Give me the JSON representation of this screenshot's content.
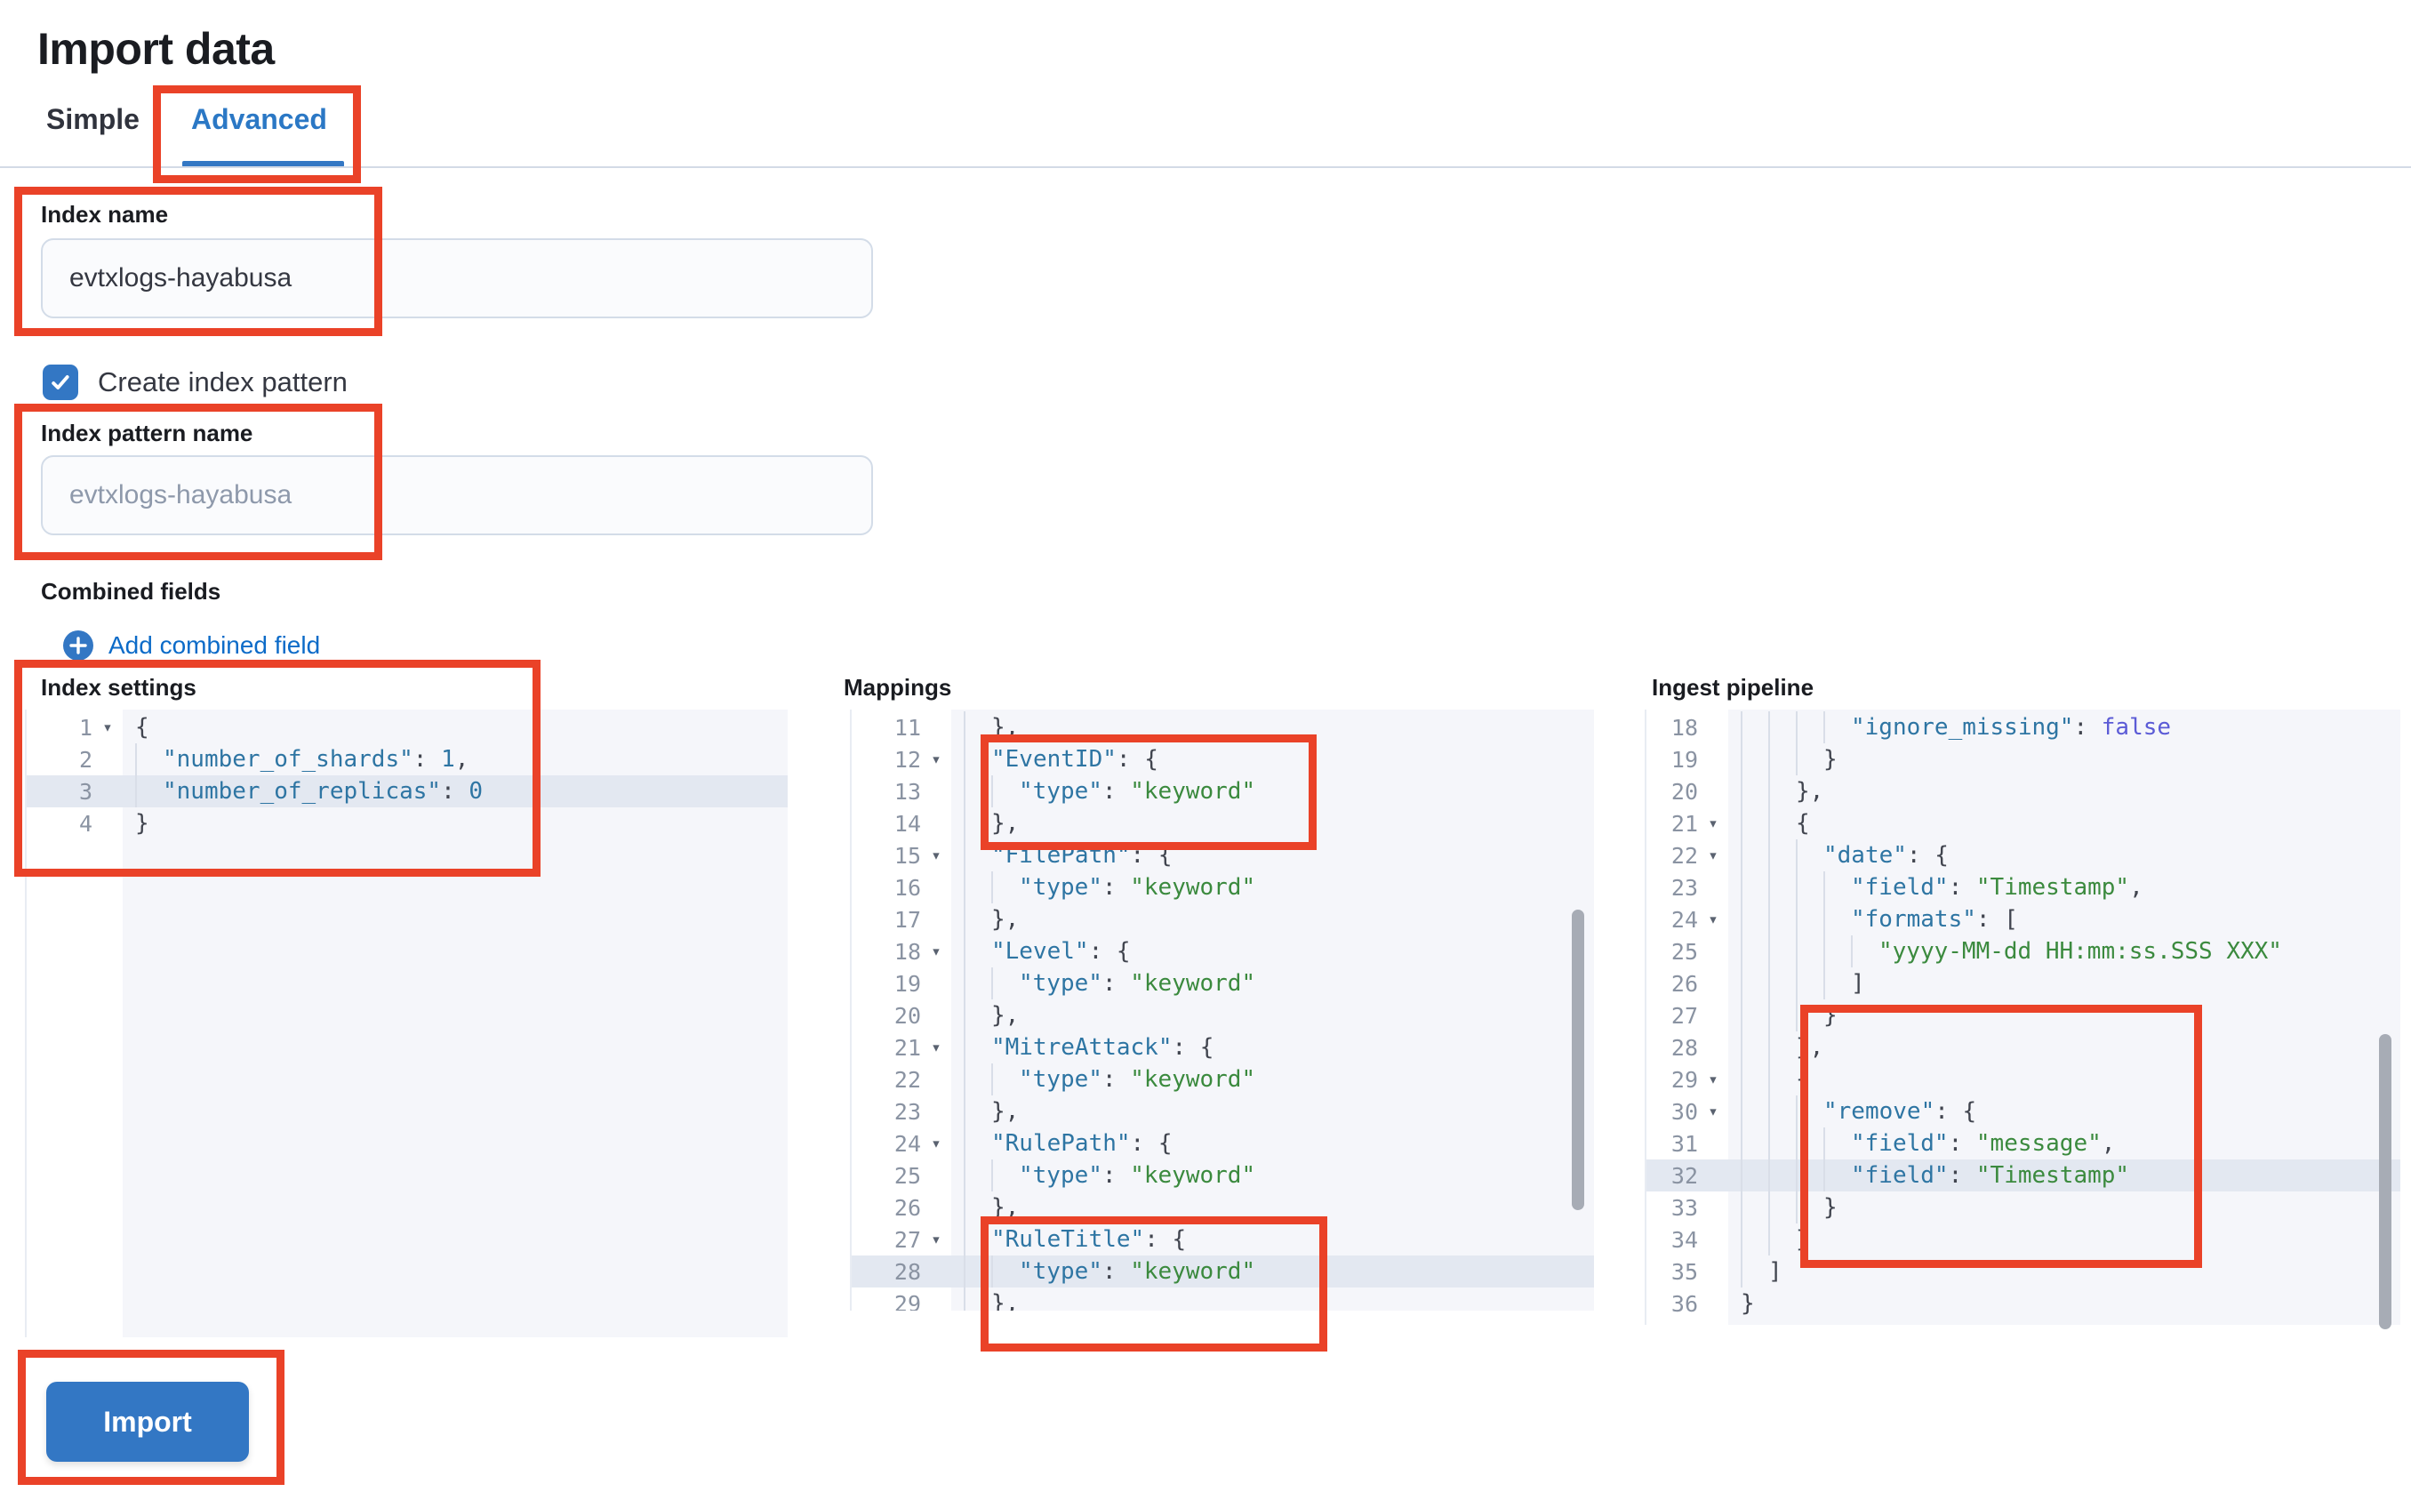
{
  "title": "Import data",
  "tabs": [
    {
      "label": "Simple",
      "active": false
    },
    {
      "label": "Advanced",
      "active": true
    }
  ],
  "fields": {
    "index_name": {
      "label": "Index name",
      "value": "evtxlogs-hayabusa"
    },
    "create_index_pattern": {
      "label": "Create index pattern",
      "checked": true
    },
    "index_pattern_name": {
      "label": "Index pattern name",
      "placeholder": "evtxlogs-hayabusa"
    },
    "combined_fields": {
      "label": "Combined fields",
      "add_link_label": "Add combined field"
    }
  },
  "import_button": {
    "label": "Import"
  },
  "icons": {
    "fold": "▾",
    "plus": "plus-in-circle",
    "check": "checkmark"
  },
  "colors": {
    "annotation_red": "#ea4228",
    "primary_blue": "#3377c4",
    "link_blue": "#0c6bc8",
    "code_key": "#2e75a3",
    "code_string": "#3b8a3e",
    "code_bool": "#5b5bd6",
    "editor_bg": "#f5f6fa",
    "active_line_bg": "#e3e8f1"
  },
  "editors": [
    {
      "id": "index-settings",
      "label": "Index settings",
      "active_line": 3,
      "lines": [
        {
          "n": 1,
          "fold": true,
          "indent": 0,
          "tokens": [
            [
              "plain",
              "{"
            ]
          ]
        },
        {
          "n": 2,
          "indent": 1,
          "tokens": [
            [
              "key",
              "\"number_of_shards\""
            ],
            [
              "plain",
              ": "
            ],
            [
              "num",
              "1"
            ],
            [
              "plain",
              ","
            ]
          ]
        },
        {
          "n": 3,
          "indent": 1,
          "active": true,
          "tokens": [
            [
              "key",
              "\"number_of_replicas\""
            ],
            [
              "plain",
              ": "
            ],
            [
              "num",
              "0"
            ]
          ]
        },
        {
          "n": 4,
          "indent": 0,
          "tokens": [
            [
              "plain",
              "}"
            ]
          ]
        }
      ]
    },
    {
      "id": "mappings",
      "label": "Mappings",
      "active_line": 28,
      "lines": [
        {
          "n": 11,
          "indent": 1,
          "tokens": [
            [
              "plain",
              "},"
            ]
          ]
        },
        {
          "n": 12,
          "fold": true,
          "indent": 1,
          "tokens": [
            [
              "key",
              "\"EventID\""
            ],
            [
              "plain",
              ": {"
            ]
          ]
        },
        {
          "n": 13,
          "indent": 2,
          "tokens": [
            [
              "key",
              "\"type\""
            ],
            [
              "plain",
              ": "
            ],
            [
              "str",
              "\"keyword\""
            ]
          ]
        },
        {
          "n": 14,
          "indent": 1,
          "tokens": [
            [
              "plain",
              "},"
            ]
          ]
        },
        {
          "n": 15,
          "fold": true,
          "indent": 1,
          "tokens": [
            [
              "key",
              "\"FilePath\""
            ],
            [
              "plain",
              ": {"
            ]
          ]
        },
        {
          "n": 16,
          "indent": 2,
          "tokens": [
            [
              "key",
              "\"type\""
            ],
            [
              "plain",
              ": "
            ],
            [
              "str",
              "\"keyword\""
            ]
          ]
        },
        {
          "n": 17,
          "indent": 1,
          "tokens": [
            [
              "plain",
              "},"
            ]
          ]
        },
        {
          "n": 18,
          "fold": true,
          "indent": 1,
          "tokens": [
            [
              "key",
              "\"Level\""
            ],
            [
              "plain",
              ": {"
            ]
          ]
        },
        {
          "n": 19,
          "indent": 2,
          "tokens": [
            [
              "key",
              "\"type\""
            ],
            [
              "plain",
              ": "
            ],
            [
              "str",
              "\"keyword\""
            ]
          ]
        },
        {
          "n": 20,
          "indent": 1,
          "tokens": [
            [
              "plain",
              "},"
            ]
          ]
        },
        {
          "n": 21,
          "fold": true,
          "indent": 1,
          "tokens": [
            [
              "key",
              "\"MitreAttack\""
            ],
            [
              "plain",
              ": {"
            ]
          ]
        },
        {
          "n": 22,
          "indent": 2,
          "tokens": [
            [
              "key",
              "\"type\""
            ],
            [
              "plain",
              ": "
            ],
            [
              "str",
              "\"keyword\""
            ]
          ]
        },
        {
          "n": 23,
          "indent": 1,
          "tokens": [
            [
              "plain",
              "},"
            ]
          ]
        },
        {
          "n": 24,
          "fold": true,
          "indent": 1,
          "tokens": [
            [
              "key",
              "\"RulePath\""
            ],
            [
              "plain",
              ": {"
            ]
          ]
        },
        {
          "n": 25,
          "indent": 2,
          "tokens": [
            [
              "key",
              "\"type\""
            ],
            [
              "plain",
              ": "
            ],
            [
              "str",
              "\"keyword\""
            ]
          ]
        },
        {
          "n": 26,
          "indent": 1,
          "tokens": [
            [
              "plain",
              "},"
            ]
          ]
        },
        {
          "n": 27,
          "fold": true,
          "indent": 1,
          "tokens": [
            [
              "key",
              "\"RuleTitle\""
            ],
            [
              "plain",
              ": {"
            ]
          ]
        },
        {
          "n": 28,
          "indent": 2,
          "active": true,
          "tokens": [
            [
              "key",
              "\"type\""
            ],
            [
              "plain",
              ": "
            ],
            [
              "str",
              "\"keyword\""
            ]
          ]
        },
        {
          "n": 29,
          "indent": 1,
          "tokens": [
            [
              "plain",
              "},"
            ]
          ]
        }
      ]
    },
    {
      "id": "ingest",
      "label": "Ingest pipeline",
      "active_line": 32,
      "lines": [
        {
          "n": 18,
          "indent": 4,
          "tokens": [
            [
              "key",
              "\"ignore_missing\""
            ],
            [
              "plain",
              ": "
            ],
            [
              "bool",
              "false"
            ]
          ]
        },
        {
          "n": 19,
          "indent": 3,
          "tokens": [
            [
              "plain",
              "}"
            ]
          ]
        },
        {
          "n": 20,
          "indent": 2,
          "tokens": [
            [
              "plain",
              "},"
            ]
          ]
        },
        {
          "n": 21,
          "fold": true,
          "indent": 2,
          "tokens": [
            [
              "plain",
              "{"
            ]
          ]
        },
        {
          "n": 22,
          "fold": true,
          "indent": 3,
          "tokens": [
            [
              "key",
              "\"date\""
            ],
            [
              "plain",
              ": {"
            ]
          ]
        },
        {
          "n": 23,
          "indent": 4,
          "tokens": [
            [
              "key",
              "\"field\""
            ],
            [
              "plain",
              ": "
            ],
            [
              "str",
              "\"Timestamp\""
            ],
            [
              "plain",
              ","
            ]
          ]
        },
        {
          "n": 24,
          "fold": true,
          "indent": 4,
          "tokens": [
            [
              "key",
              "\"formats\""
            ],
            [
              "plain",
              ": ["
            ]
          ]
        },
        {
          "n": 25,
          "indent": 5,
          "tokens": [
            [
              "str",
              "\"yyyy-MM-dd HH:mm:ss.SSS XXX\""
            ]
          ]
        },
        {
          "n": 26,
          "indent": 4,
          "tokens": [
            [
              "plain",
              "]"
            ]
          ]
        },
        {
          "n": 27,
          "indent": 3,
          "tokens": [
            [
              "plain",
              "}"
            ]
          ]
        },
        {
          "n": 28,
          "indent": 2,
          "tokens": [
            [
              "plain",
              "},"
            ]
          ]
        },
        {
          "n": 29,
          "fold": true,
          "indent": 2,
          "tokens": [
            [
              "plain",
              "{"
            ]
          ]
        },
        {
          "n": 30,
          "fold": true,
          "indent": 3,
          "tokens": [
            [
              "key",
              "\"remove\""
            ],
            [
              "plain",
              ": {"
            ]
          ]
        },
        {
          "n": 31,
          "indent": 4,
          "tokens": [
            [
              "key",
              "\"field\""
            ],
            [
              "plain",
              ": "
            ],
            [
              "str",
              "\"message\""
            ],
            [
              "plain",
              ","
            ]
          ]
        },
        {
          "n": 32,
          "indent": 4,
          "active": true,
          "tokens": [
            [
              "key",
              "\"field\""
            ],
            [
              "plain",
              ": "
            ],
            [
              "str",
              "\"Timestamp\""
            ]
          ]
        },
        {
          "n": 33,
          "indent": 3,
          "tokens": [
            [
              "plain",
              "}"
            ]
          ]
        },
        {
          "n": 34,
          "indent": 2,
          "tokens": [
            [
              "plain",
              "}"
            ]
          ]
        },
        {
          "n": 35,
          "indent": 1,
          "tokens": [
            [
              "plain",
              "]"
            ]
          ]
        },
        {
          "n": 36,
          "indent": 0,
          "tokens": [
            [
              "plain",
              "}"
            ]
          ]
        }
      ]
    }
  ]
}
